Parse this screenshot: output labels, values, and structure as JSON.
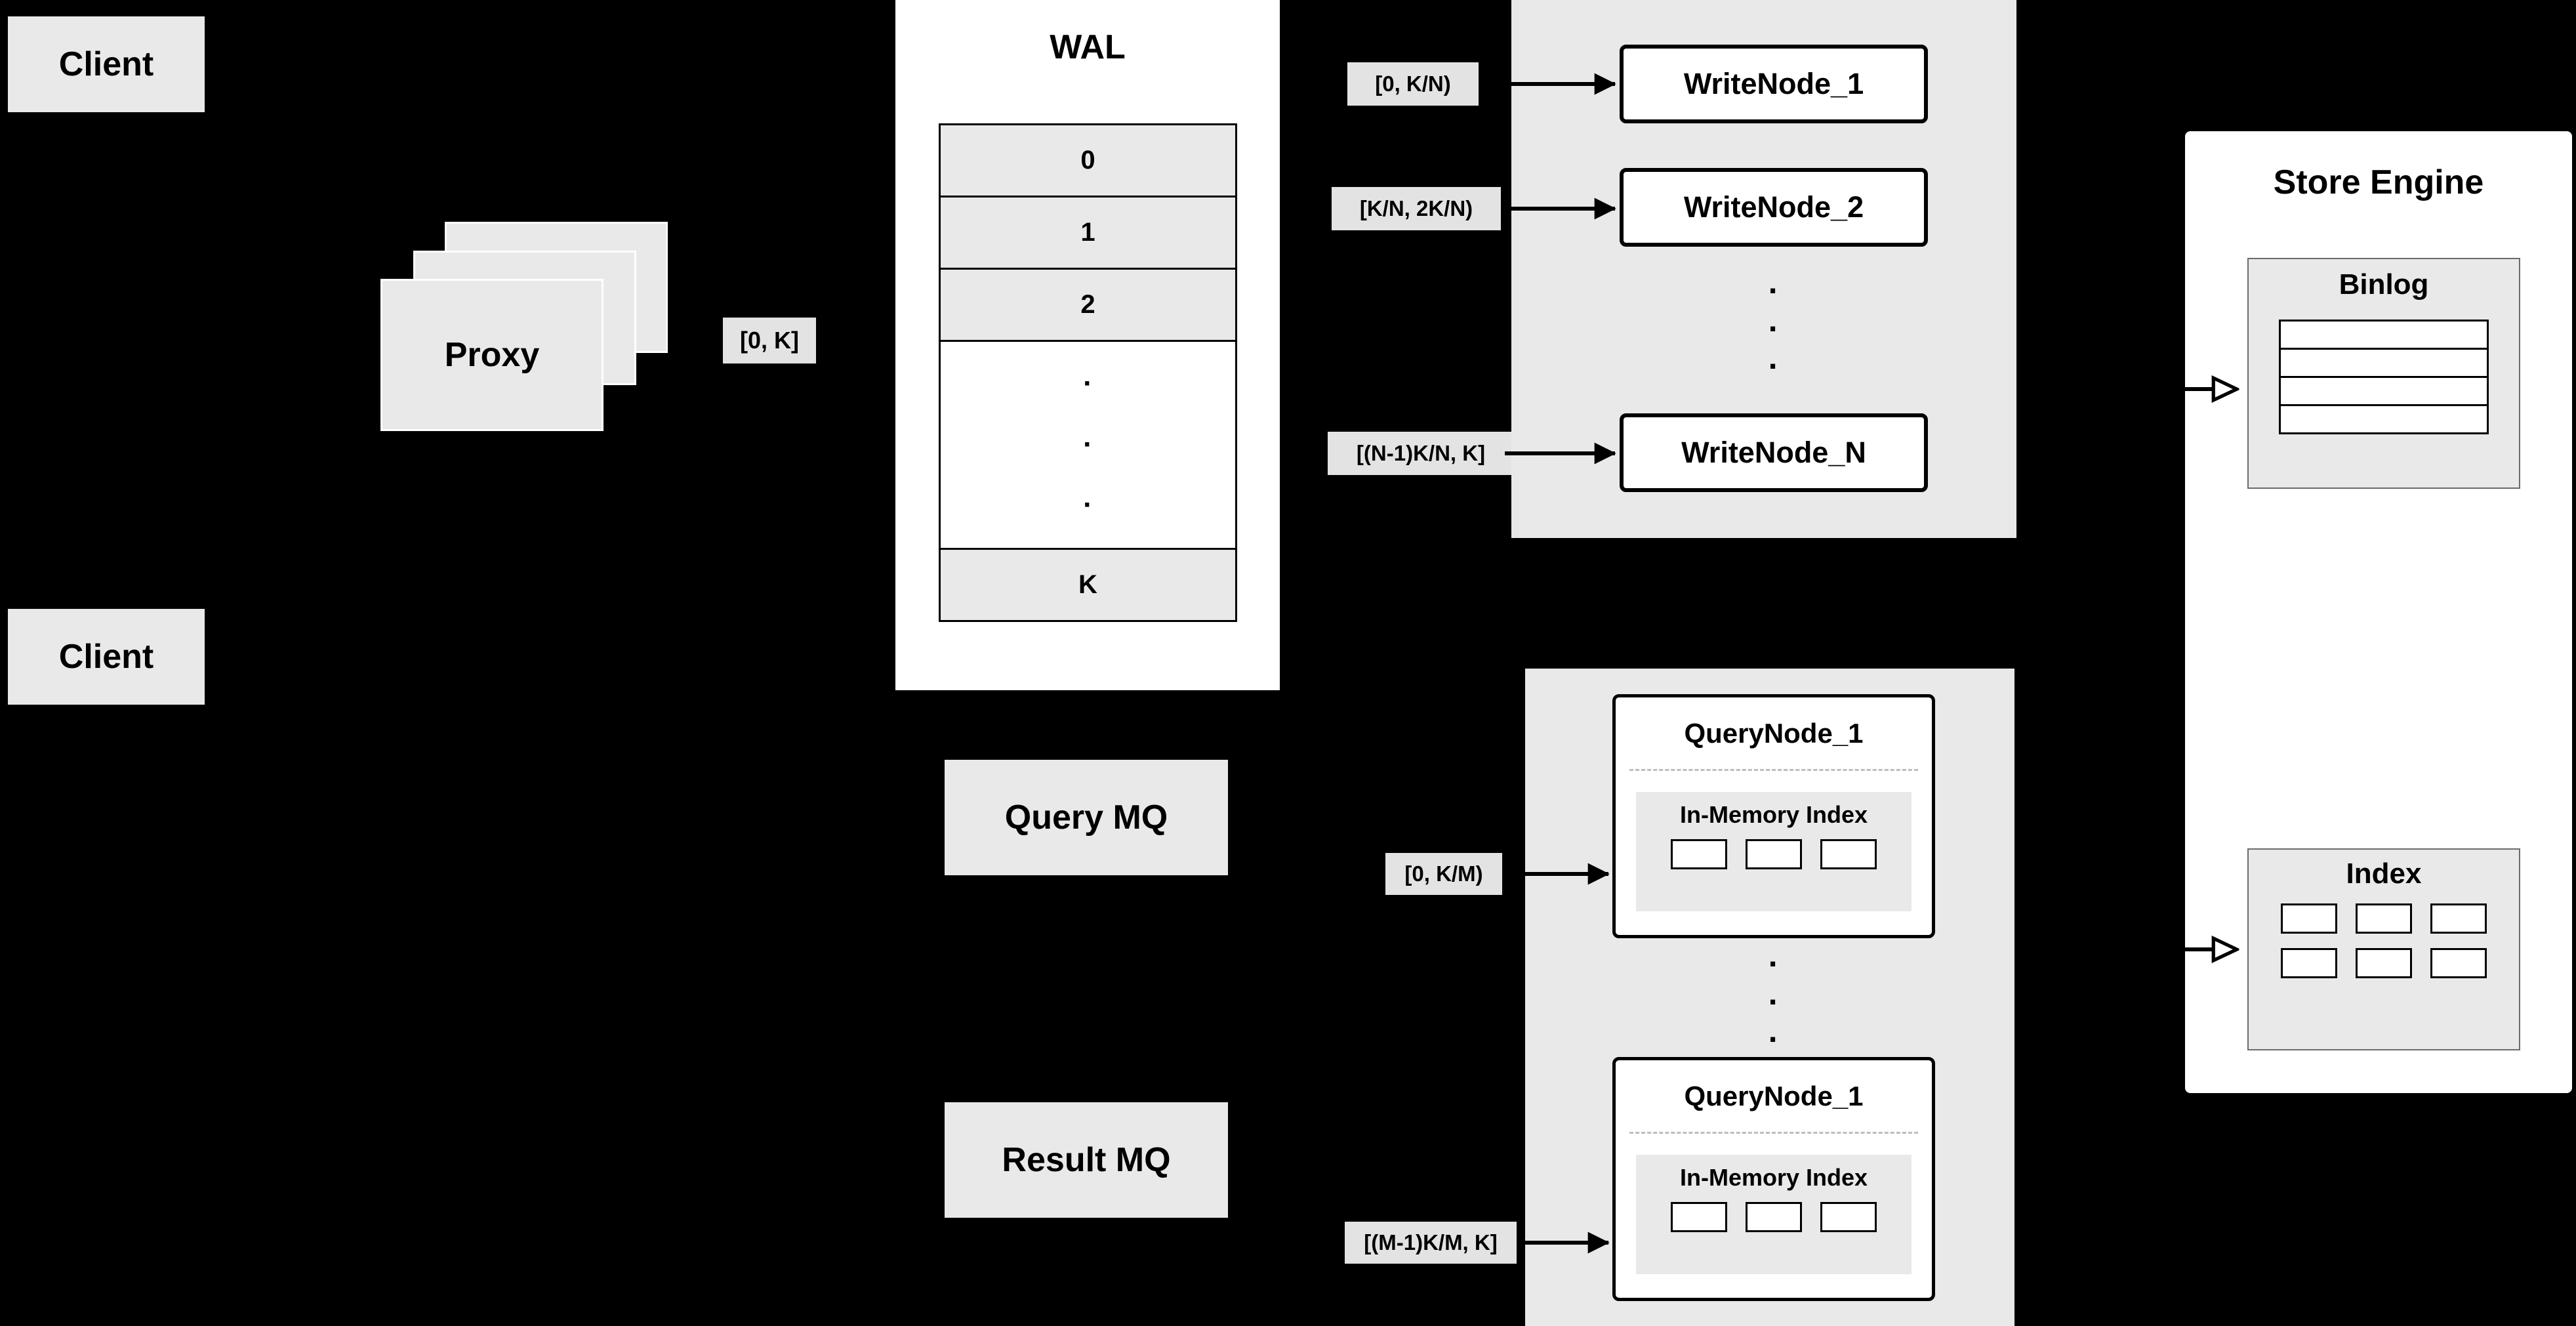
{
  "colors": {
    "background": "#000000",
    "panel_gray": "#e9e9e9",
    "chip_gray": "#e3e3e3",
    "box_white": "#ffffff",
    "line_black": "#000000"
  },
  "clients": {
    "top_label": "Client",
    "bottom_label": "Client"
  },
  "proxy": {
    "label": "Proxy"
  },
  "labels": {
    "proxy_range": "[0, K]",
    "write_ranges": [
      "[0, K/N)",
      "[K/N, 2K/N)",
      "[(N-1)K/N, K]"
    ],
    "query_ranges": [
      "[0, K/M)",
      "[(M-1)K/M, K]"
    ]
  },
  "wal": {
    "title": "WAL",
    "rows": [
      "0",
      "1",
      "2"
    ],
    "ellipsis": "·\n·\n·",
    "last_row": "K"
  },
  "write_nodes": {
    "items": [
      "WriteNode_1",
      "WriteNode_2",
      "WriteNode_N"
    ],
    "ellipsis": "·\n·\n·"
  },
  "mq": {
    "query_label": "Query MQ",
    "result_label": "Result MQ"
  },
  "query_nodes": {
    "ellipsis": "·\n·\n·",
    "items": [
      {
        "title": "QueryNode_1",
        "index_title": "In-Memory Index"
      },
      {
        "title": "QueryNode_1",
        "index_title": "In-Memory Index"
      }
    ]
  },
  "store_engine": {
    "title": "Store Engine",
    "binlog_title": "Binlog",
    "index_title": "Index"
  }
}
